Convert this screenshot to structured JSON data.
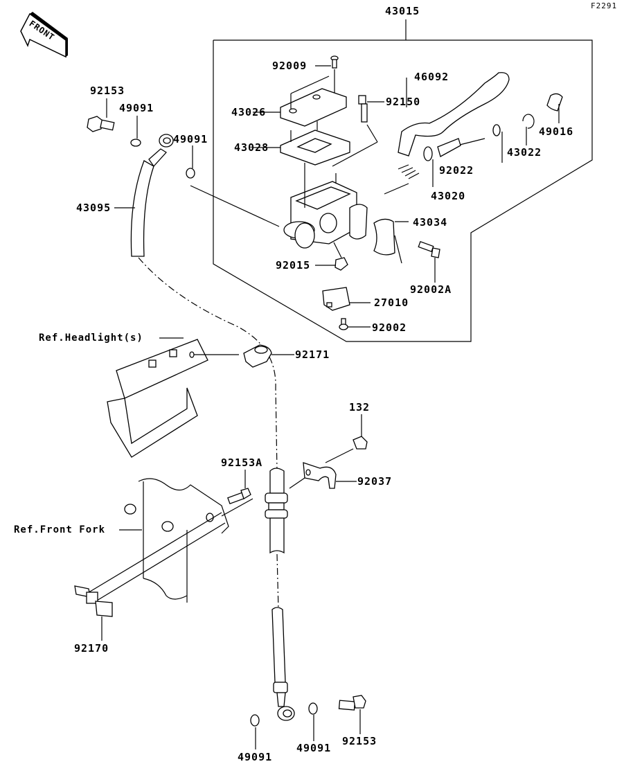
{
  "diagram": {
    "figure_code": "F2291",
    "front_indicator": "FRONT",
    "assembly": {
      "part": "43015",
      "description_box": "master-cylinder-assembly"
    },
    "labels": {
      "p43015": "43015",
      "p92009": "92009",
      "p46092": "46092",
      "p43026": "43026",
      "p92150": "92150",
      "p49016": "49016",
      "p43028": "43028",
      "p43022": "43022",
      "p92022": "92022",
      "p43020": "43020",
      "p43034": "43034",
      "p92015": "92015",
      "p92002A": "92002A",
      "p27010": "27010",
      "p92002": "92002",
      "p92153_top": "92153",
      "p49091_top_left": "49091",
      "p49091_top_right": "49091",
      "p43095": "43095",
      "ref_headlight": "Ref.Headlight(s)",
      "p92171": "92171",
      "p132": "132",
      "p92153A": "92153A",
      "p92037": "92037",
      "ref_front_fork": "Ref.Front Fork",
      "p92170": "92170",
      "p49091_bottom_left": "49091",
      "p49091_bottom_mid": "49091",
      "p92153_bottom": "92153"
    }
  }
}
